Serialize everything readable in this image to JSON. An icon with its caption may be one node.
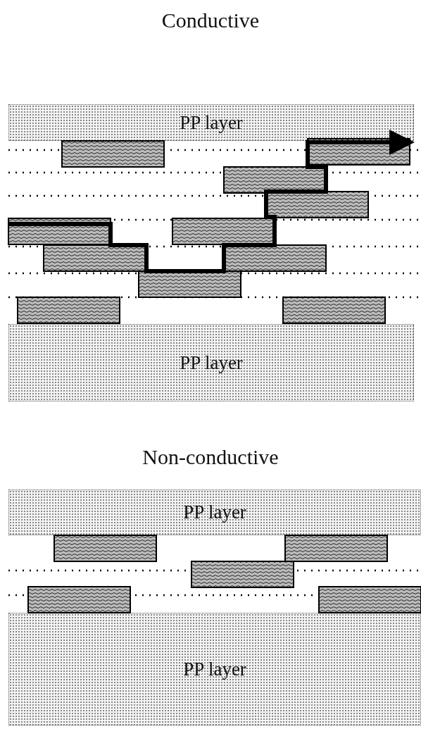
{
  "diagram": {
    "nodes": [
      {
        "text": [
          "PP layer"
        ]
      },
      {
        "text": [
          "PP layer"
        ]
      },
      {
        "text": [
          "PP layer"
        ]
      },
      {
        "text": [
          "PP layer"
        ]
      }
    ],
    "labels": [
      "Conductive",
      "Non-conductive"
    ]
  }
}
